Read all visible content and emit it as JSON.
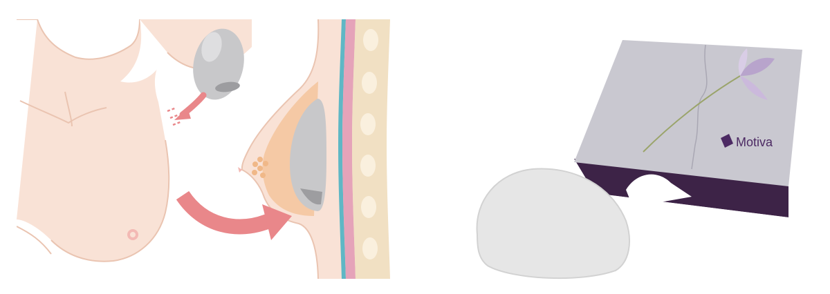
{
  "illustration": {
    "colors": {
      "skin": "#f9e2d6",
      "skin_outline": "#eac4b1",
      "implant": "#c8c8ca",
      "implant_shadow": "#9d9da0",
      "arrow": "#e9878a",
      "muscle": "#f3b9b4",
      "tissue": "#f5c9a5",
      "rib": "#f1e0c3",
      "teal_line": "#5fb7c5",
      "pink_line": "#e5a3b9"
    },
    "icons": [
      "implant-shape",
      "insertion-arrow",
      "incision-mark"
    ]
  },
  "product": {
    "brand": "Motiva",
    "box_colors": {
      "lid": "#c9c8d0",
      "base": "#3d2347",
      "logo": "#4c2a63"
    },
    "implant_color": "#e6e6e6"
  }
}
